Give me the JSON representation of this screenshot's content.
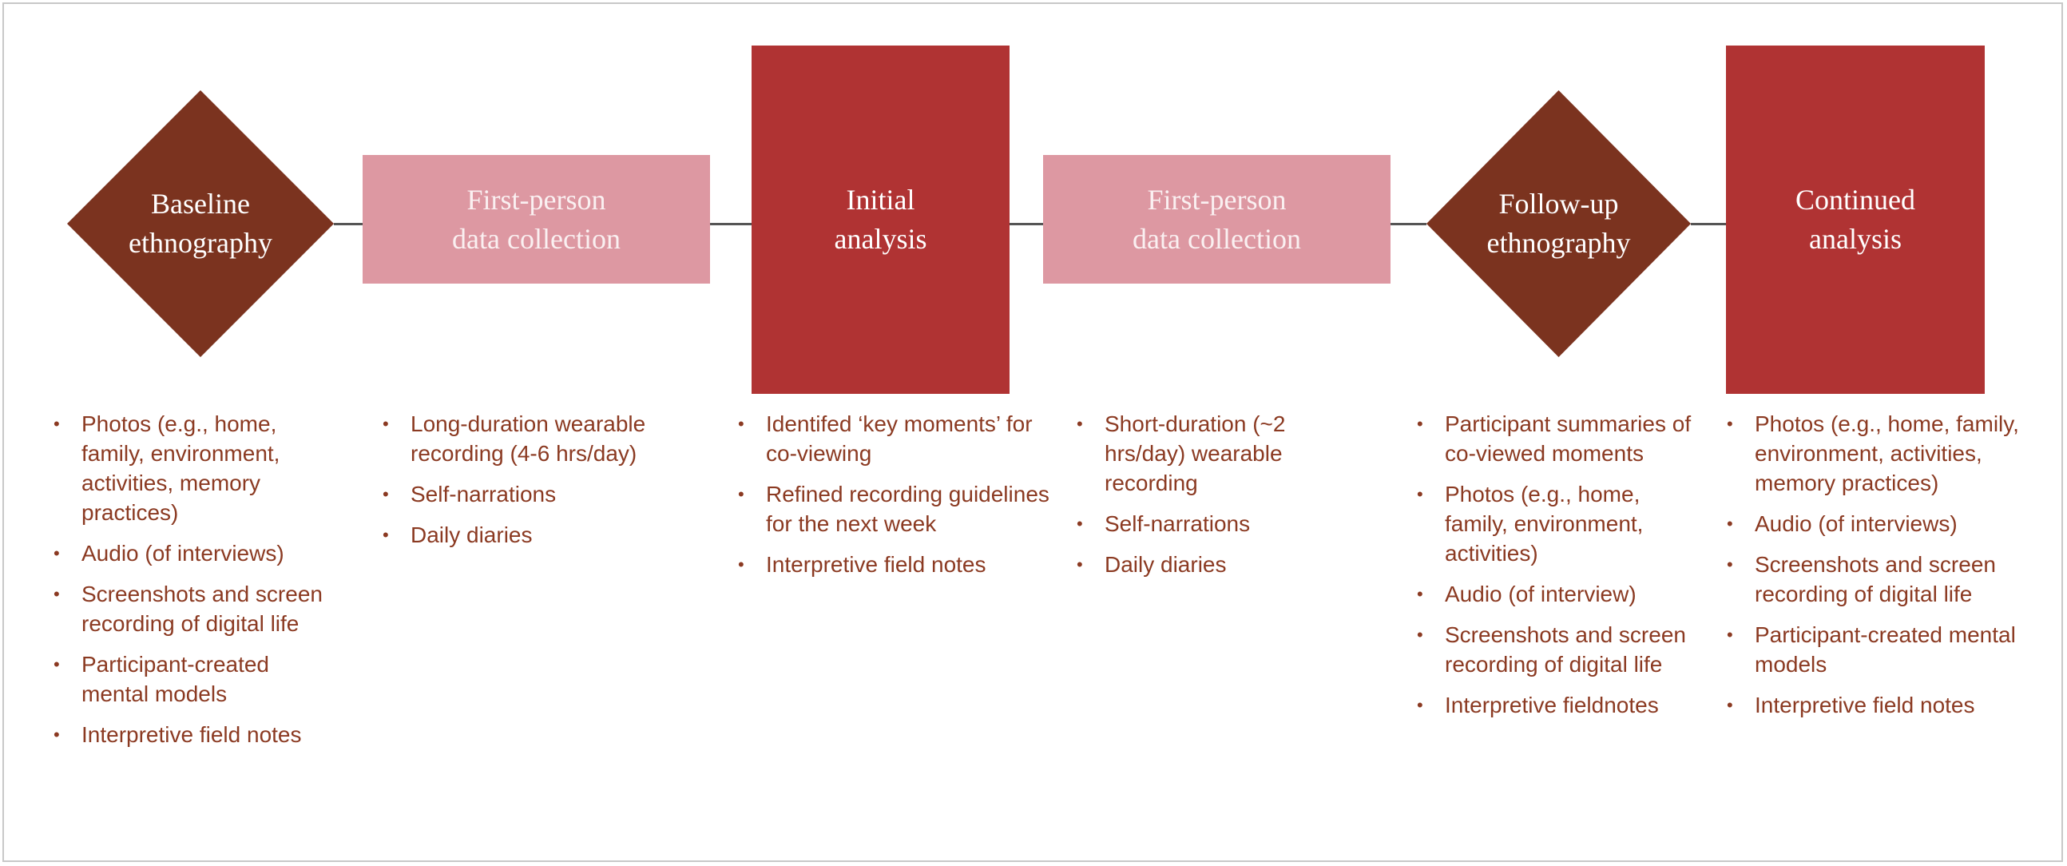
{
  "colors": {
    "diamond": "#7b331f",
    "box_light": "#dd98a2",
    "box_light_text": "#faf0f1",
    "box_dark": "#b03333",
    "node_text": "#ffffff",
    "list_text": "#8b3a22",
    "connector": "#555555"
  },
  "stages": [
    {
      "shape": "diamond",
      "label": "Baseline\nethnography",
      "items": [
        "Photos (e.g., home, family, environment, activities, memory practices)",
        "Audio (of interviews)",
        "Screenshots and screen recording of digital life",
        "Participant-created mental models",
        "Interpretive field notes"
      ]
    },
    {
      "shape": "light-box",
      "label": "First-person\ndata collection",
      "items": [
        "Long-duration wearable recording (4-6 hrs/day)",
        "Self-narrations",
        "Daily diaries"
      ]
    },
    {
      "shape": "dark-box",
      "label": "Initial\nanalysis",
      "items": [
        "Identifed ‘key moments’ for co-viewing",
        "Refined recording guidelines for the next week",
        "Interpretive field notes"
      ]
    },
    {
      "shape": "light-box",
      "label": "First-person\ndata collection",
      "items": [
        "Short-duration (~2 hrs/day) wearable recording",
        "Self-narrations",
        "Daily diaries"
      ]
    },
    {
      "shape": "diamond",
      "label": "Follow-up\nethnography",
      "items": [
        "Participant summaries of co-viewed moments",
        "Photos (e.g., home, family, environment, activities)",
        "Audio (of interview)",
        "Screenshots and screen recording of digital life",
        "Interpretive fieldnotes"
      ]
    },
    {
      "shape": "dark-box",
      "label": "Continued\nanalysis",
      "items": [
        "Photos (e.g., home, family, environment, activities, memory practices)",
        "Audio (of interviews)",
        "Screenshots and screen recording of digital life",
        "Participant-created mental models",
        "Interpretive field notes"
      ]
    }
  ]
}
